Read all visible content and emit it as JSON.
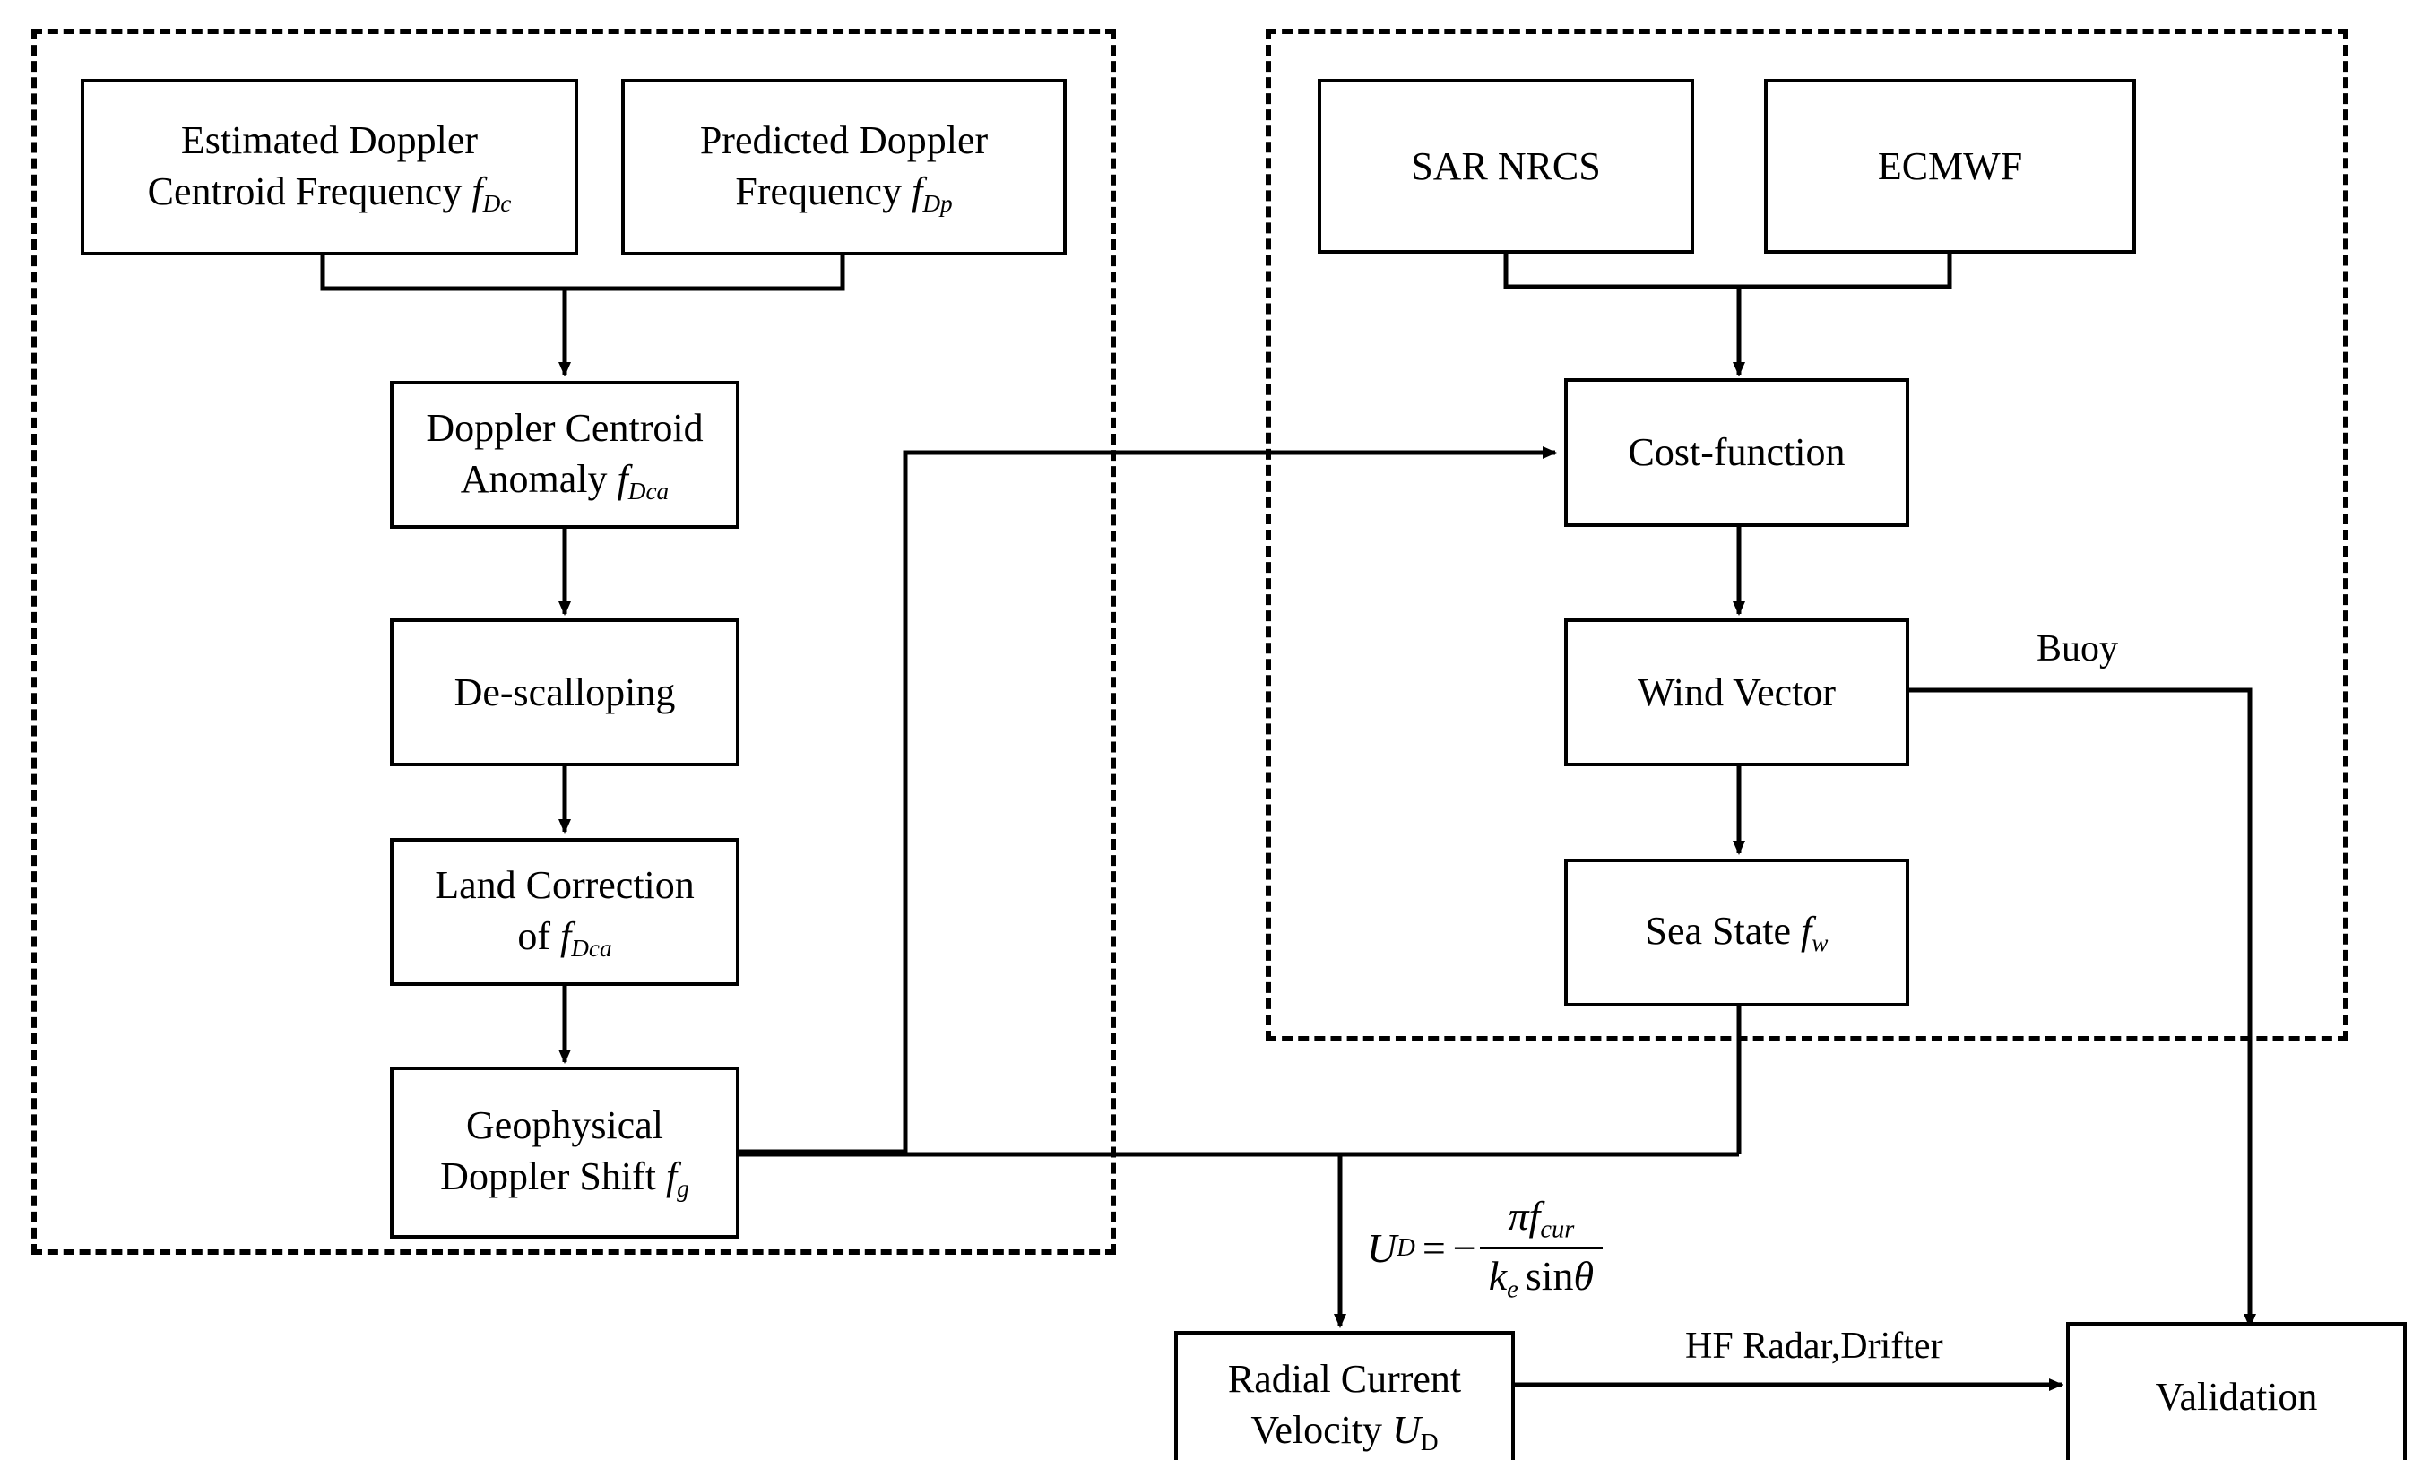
{
  "diagram": {
    "title": "SAR Doppler radial current velocity retrieval flowchart",
    "groups": [
      {
        "name": "doppler-processing-group"
      },
      {
        "name": "wind-retrieval-group"
      }
    ],
    "nodes": {
      "estimated_doppler_centroid": {
        "line1": "Estimated Doppler",
        "line2_text": "Centroid Frequency",
        "symbol": "f",
        "symbol_sub": "Dc"
      },
      "predicted_doppler": {
        "line1": "Predicted Doppler",
        "line2_text": "Frequency",
        "symbol": "f",
        "symbol_sub": "Dp"
      },
      "doppler_centroid_anomaly": {
        "line1": "Doppler Centroid",
        "line2_text": "Anomaly",
        "symbol": "f",
        "symbol_sub": "Dca"
      },
      "de_scalloping": {
        "label": "De-scalloping"
      },
      "land_correction": {
        "line1": "Land Correction",
        "line2_text": "of",
        "symbol": "f",
        "symbol_sub": "Dca"
      },
      "geophysical_doppler_shift": {
        "line1": "Geophysical",
        "line2_text": "Doppler Shift",
        "symbol": "f",
        "symbol_sub": "g"
      },
      "sar_nrcs": {
        "label": "SAR NRCS"
      },
      "ecmwf": {
        "label": "ECMWF"
      },
      "cost_function": {
        "label": "Cost-function"
      },
      "wind_vector": {
        "label": "Wind Vector"
      },
      "sea_state": {
        "line1_text": "Sea State",
        "symbol": "f",
        "symbol_sub": "w"
      },
      "radial_current_velocity": {
        "line1": "Radial Current",
        "line2_text": "Velocity",
        "symbol": "U",
        "symbol_sub": "D"
      },
      "validation": {
        "label": "Validation"
      }
    },
    "edge_labels": {
      "buoy": "Buoy",
      "hf_radar_drifter": "HF Radar,Drifter"
    },
    "equation": {
      "lhs": "U",
      "lhs_sub": "D",
      "relation": "=",
      "minus": "−",
      "numerator_pi": "π",
      "numerator_f": "f",
      "numerator_f_sub": "cur",
      "denominator_k": "k",
      "denominator_k_sub": "e",
      "denominator_sin": "sin",
      "denominator_theta": "θ",
      "plain": "U_D = -π f_cur / (k_e sinθ)"
    },
    "style": {
      "stroke": "#000000",
      "background": "#ffffff"
    }
  }
}
